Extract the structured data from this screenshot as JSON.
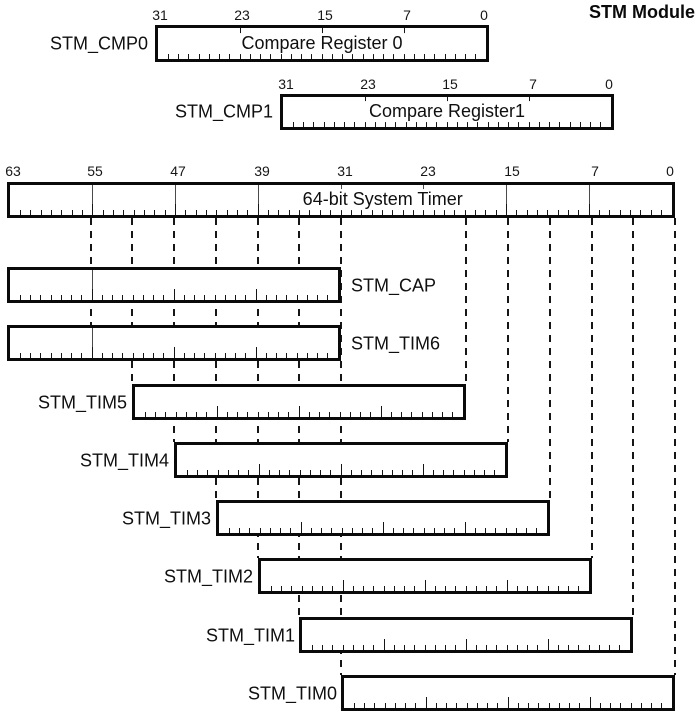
{
  "title": "STM Module",
  "cmp0": {
    "label": "STM_CMP0",
    "content": "Compare Register 0",
    "bits": [
      "31",
      "23",
      "15",
      "7",
      "0"
    ]
  },
  "cmp1": {
    "label": "STM_CMP1",
    "content": "Compare Register1",
    "bits": [
      "31",
      "23",
      "15",
      "7",
      "0"
    ]
  },
  "timer": {
    "content": "64-bit System Timer",
    "bits": [
      "63",
      "55",
      "47",
      "39",
      "31",
      "23",
      "15",
      "7",
      "0"
    ]
  },
  "windows": [
    {
      "label": "STM_CAP"
    },
    {
      "label": "STM_TIM6"
    },
    {
      "label": "STM_TIM5"
    },
    {
      "label": "STM_TIM4"
    },
    {
      "label": "STM_TIM3"
    },
    {
      "label": "STM_TIM2"
    },
    {
      "label": "STM_TIM1"
    },
    {
      "label": "STM_TIM0"
    }
  ]
}
